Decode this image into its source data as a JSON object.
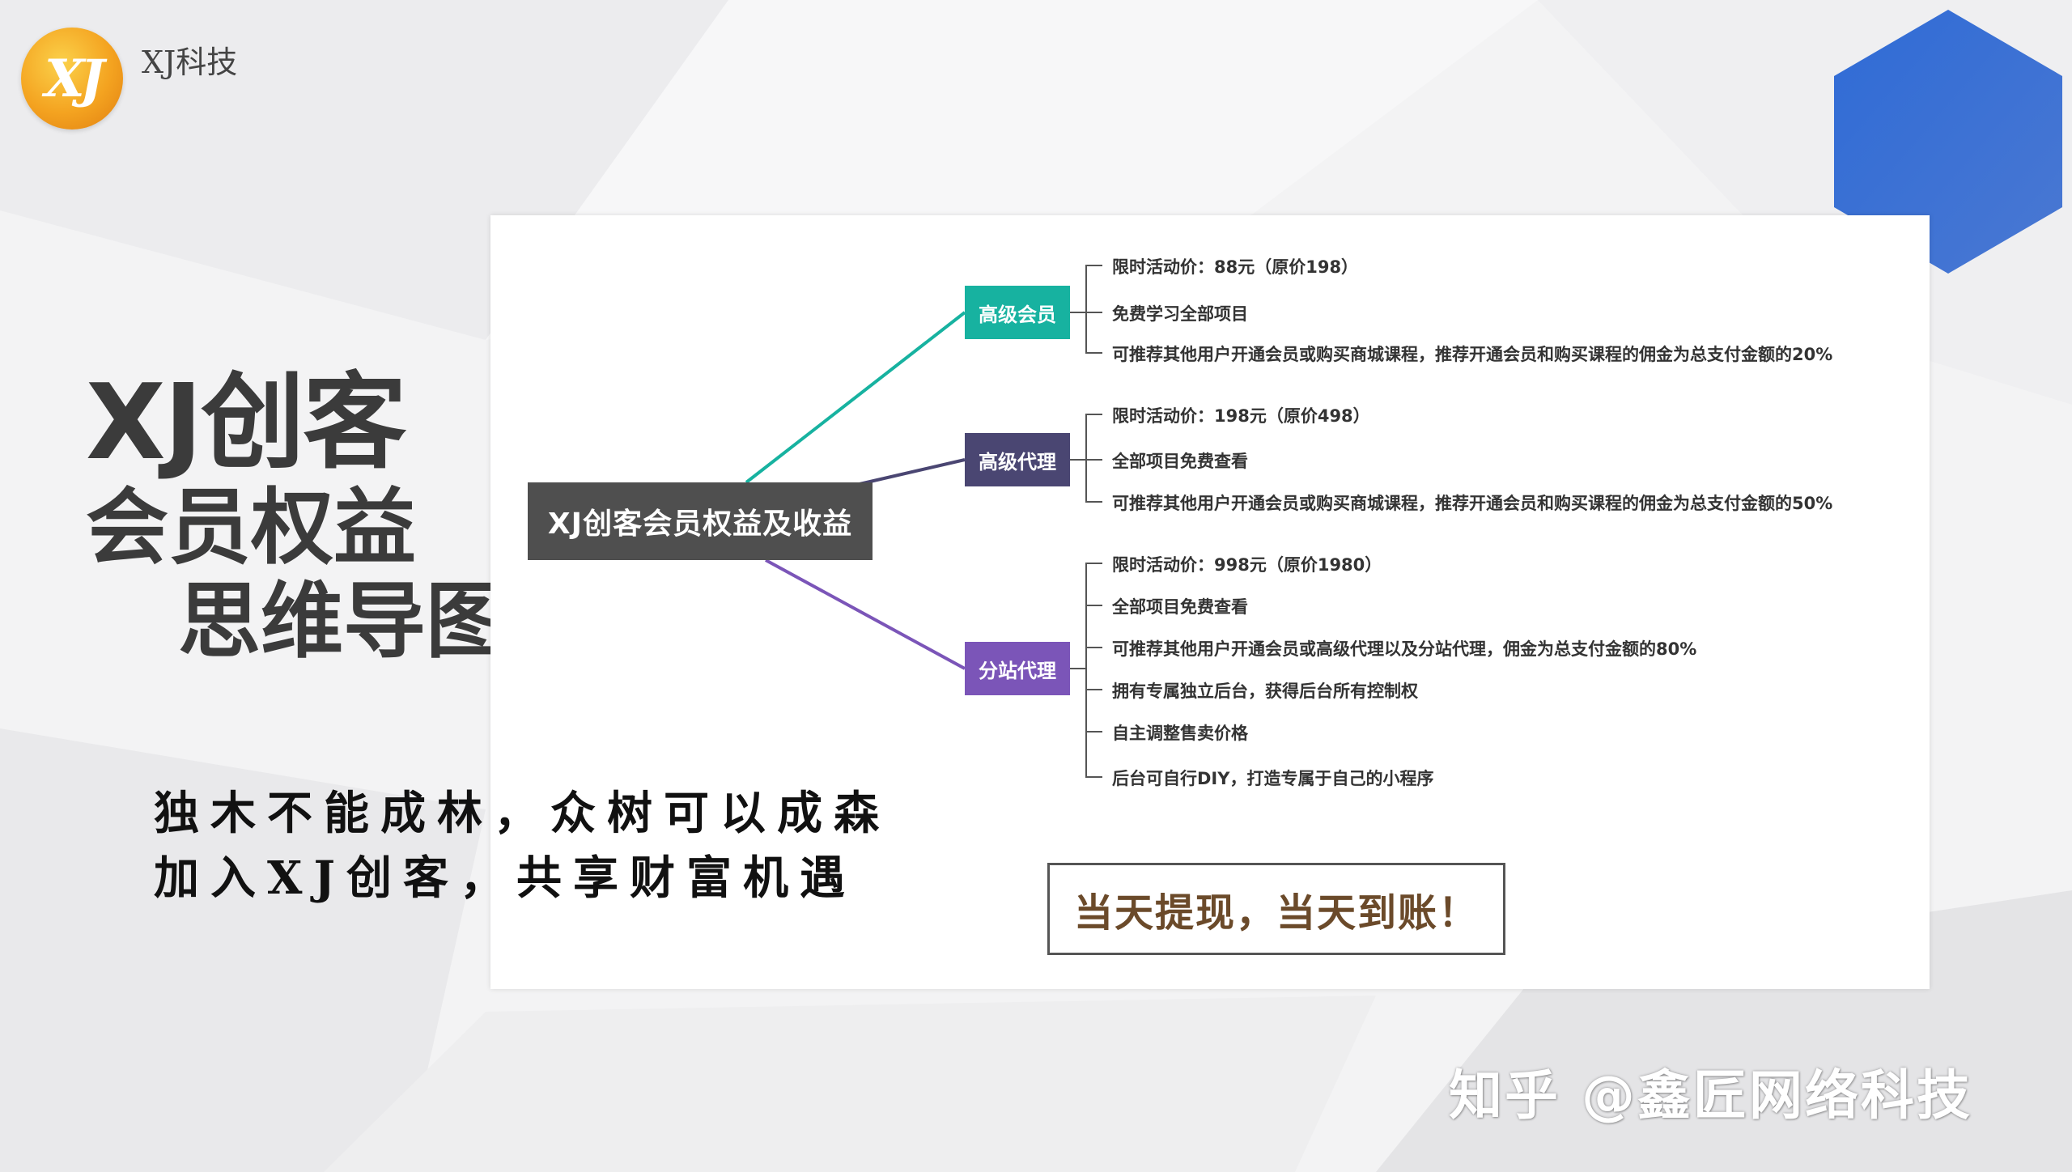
{
  "logo": {
    "mark": "XJ",
    "text": "XJ科技"
  },
  "title": {
    "line1": "XJ创客",
    "line2": "会员权益",
    "line3": "思维导图"
  },
  "slogan": {
    "line1": "独木不能成林，众树可以成森",
    "line2": "加入XJ创客，共享财富机遇"
  },
  "mindmap": {
    "root": "XJ创客会员权益及收益",
    "branches": [
      {
        "label": "高级会员",
        "color": "#17b2a0",
        "items": [
          "限时活动价：88元（原价198）",
          "免费学习全部项目",
          "可推荐其他用户开通会员或购买商城课程，推荐开通会员和购买课程的佣金为总支付金额的20%"
        ]
      },
      {
        "label": "高级代理",
        "color": "#4a4672",
        "items": [
          "限时活动价：198元（原价498）",
          "全部项目免费查看",
          "可推荐其他用户开通会员或购买商城课程，推荐开通会员和购买课程的佣金为总支付金额的50%"
        ]
      },
      {
        "label": "分站代理",
        "color": "#7b55b8",
        "items": [
          "限时活动价：998元（原价1980）",
          "全部项目免费查看",
          "可推荐其他用户开通会员或高级代理以及分站代理，佣金为总支付金额的80%",
          "拥有专属独立后台，获得后台所有控制权",
          "自主调整售卖价格",
          "后台可自行DIY，打造专属于自己的小程序"
        ]
      }
    ]
  },
  "cta": "当天提现，当天到账！",
  "watermark": "知乎 @鑫匠网络科技",
  "colors": {
    "hexagon": "#3a6fd0",
    "logo": "#f4a320"
  }
}
